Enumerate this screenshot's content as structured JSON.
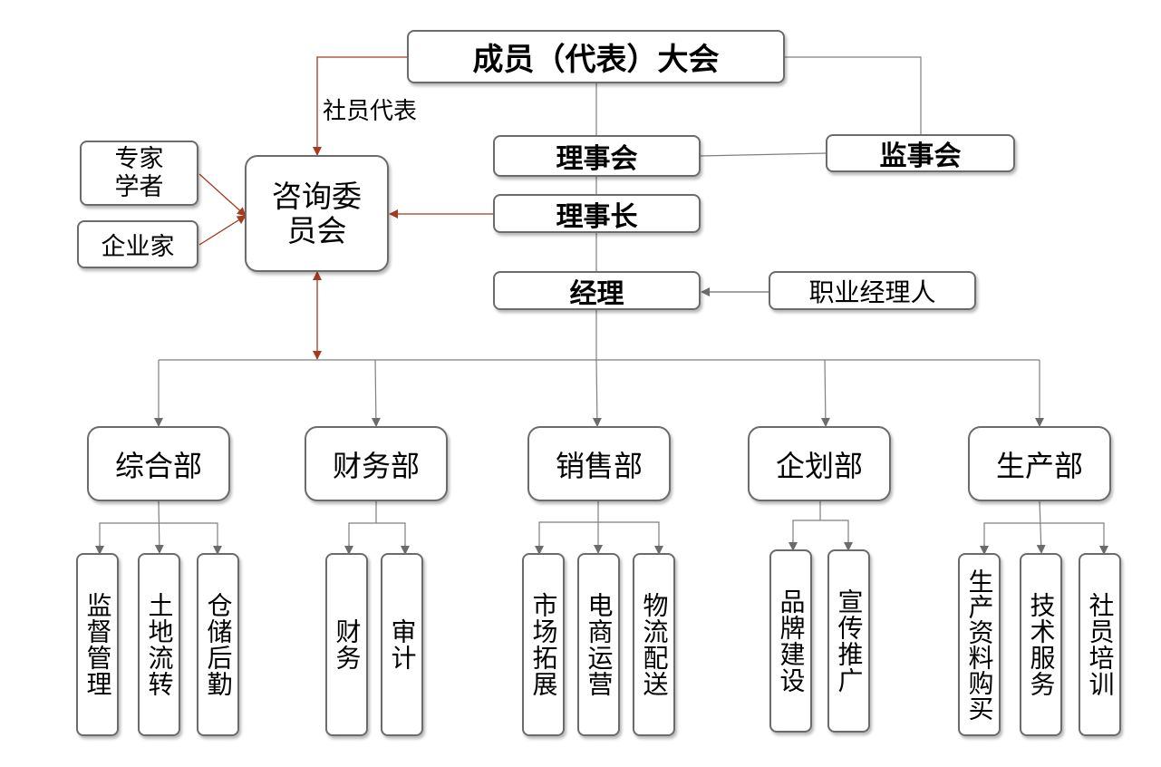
{
  "top": {
    "assembly": "成员（代表）大会"
  },
  "left_label": "社员代表",
  "council": "理事会",
  "supervisory": "监事会",
  "chairman": "理事长",
  "manager": "经理",
  "pro_manager": "职业经理人",
  "advisory": {
    "line1": "咨询委",
    "line2": "员会"
  },
  "experts": {
    "line1": "专家",
    "line2": "学者"
  },
  "entrepreneur": "企业家",
  "colors": {
    "arrow_red": "#a53a1e",
    "line_gray": "#7f7f7f",
    "border": "#6b6b6b"
  },
  "departments": [
    {
      "name": "综合部",
      "subs": [
        "监督管理",
        "土地流转",
        "仓储后勤"
      ]
    },
    {
      "name": "财务部",
      "subs": [
        "财务",
        "审计"
      ]
    },
    {
      "name": "销售部",
      "subs": [
        "市场拓展",
        "电商运营",
        "物流配送"
      ]
    },
    {
      "name": "企划部",
      "subs": [
        "品牌建设",
        "宣传推广"
      ]
    },
    {
      "name": "生产部",
      "subs": [
        "生产资料购买",
        "技术服务",
        "社员培训"
      ]
    }
  ]
}
